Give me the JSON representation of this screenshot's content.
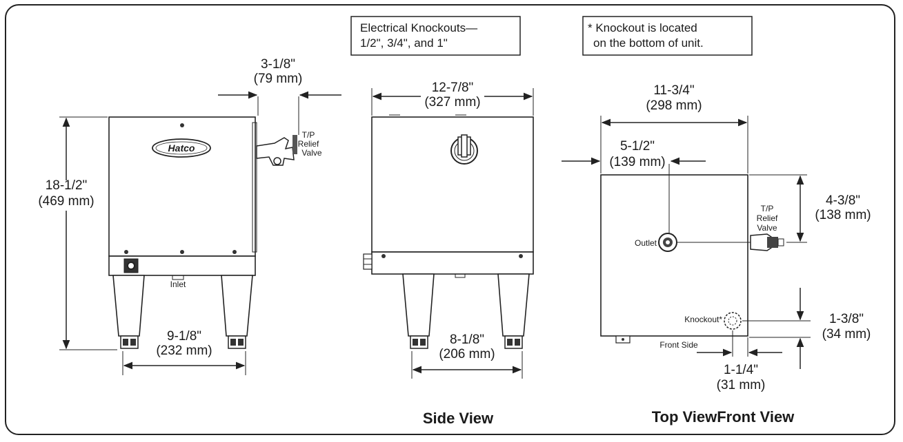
{
  "callouts": {
    "knockouts": [
      "Electrical Knockouts—",
      "1/2\", 3/4\", and 1\""
    ],
    "knockout_note": [
      "* Knockout is located",
      "on the bottom of unit."
    ]
  },
  "front_view": {
    "height_in": "18-1/2\"",
    "height_mm": "(469 mm)",
    "valve_offset_in": "3-1/8\"",
    "valve_offset_mm": "(79 mm)",
    "valve_label": [
      "T/P",
      "Relief",
      "Valve"
    ],
    "inlet_label": "Inlet",
    "leg_span_in": "9-1/8\"",
    "leg_span_mm": "(232 mm)",
    "logo_text": "Hatco"
  },
  "side_view": {
    "title": "Side View",
    "width_in": "12-7/8\"",
    "width_mm": "(327 mm)",
    "leg_span_in": "8-1/8\"",
    "leg_span_mm": "(206 mm)"
  },
  "top_view": {
    "title": "Top ViewFront View",
    "width_in": "11-3/4\"",
    "width_mm": "(298 mm)",
    "outlet_offset_in": "5-1/2\"",
    "outlet_offset_mm": "(139 mm)",
    "outlet_depth_in": "4-3/8\"",
    "outlet_depth_mm": "(138 mm)",
    "valve_label": [
      "T/P",
      "Relief",
      "Valve"
    ],
    "outlet_label": "Outlet",
    "knockout_label": "Knockout*",
    "front_side_label": "Front Side",
    "knockout_depth_in": "1-3/8\"",
    "knockout_depth_mm": "(34 mm)",
    "knockout_offset_in": "1-1/4\"",
    "knockout_offset_mm": "(31 mm)"
  }
}
